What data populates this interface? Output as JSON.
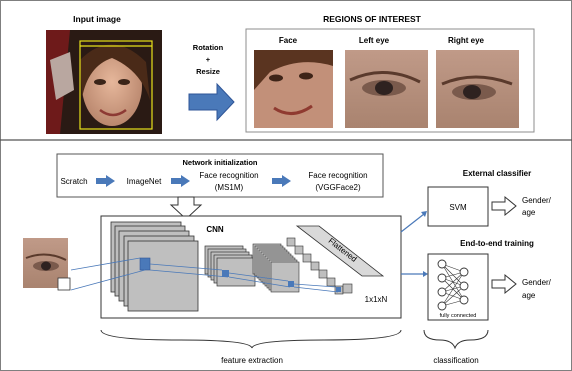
{
  "top": {
    "input_image_title": "Input image",
    "transform_label_line1": "Rotation",
    "transform_label_line2": "+",
    "transform_label_line3": "Resize",
    "roi_title": "REGIONS OF INTEREST",
    "roi_labels": [
      "Face",
      "Left eye",
      "Right eye"
    ]
  },
  "bottom": {
    "network_init": {
      "title": "Network initialization",
      "steps": [
        "Scratch",
        "ImageNet",
        "Face recognition",
        "(MS1M)",
        "Face recognition",
        "(VGGFace2)"
      ]
    },
    "cnn": {
      "title": "CNN",
      "flattened_label": "Flattened",
      "output_label": "1x1xN"
    },
    "external": {
      "title": "External classifier",
      "box_label": "SVM",
      "output_line1": "Gender/",
      "output_line2": "age"
    },
    "end_to_end": {
      "title": "End-to-end training",
      "fc_label": "fully connected",
      "output_line1": "Gender/",
      "output_line2": "age"
    },
    "brace_labels": [
      "feature extraction",
      "classification"
    ]
  },
  "icons": [
    "arrow-icon",
    "neural-net-icon"
  ],
  "colors": {
    "arrow_blue": "#4a79b9",
    "arrow_outline": "#2f5597",
    "layer_gray": "#bfbfbf",
    "patch_blue": "#4a79b9",
    "text": "#111111"
  }
}
